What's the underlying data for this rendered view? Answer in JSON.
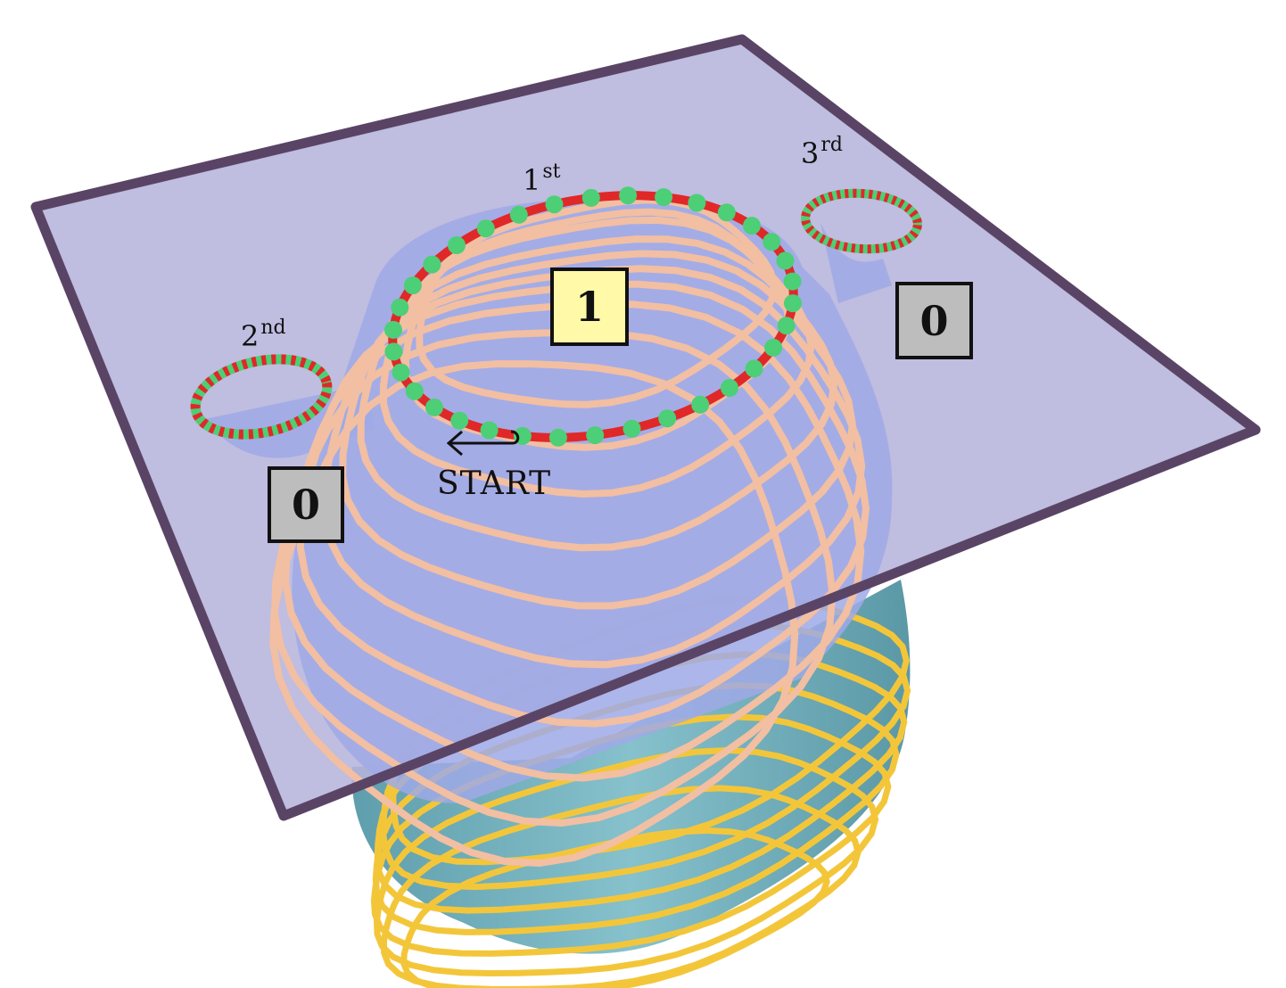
{
  "labels": {
    "first": {
      "num": "1",
      "suffix": "st"
    },
    "second": {
      "num": "2",
      "suffix": "nd"
    },
    "third": {
      "num": "3",
      "suffix": "rd"
    },
    "start": "START"
  },
  "boxes": {
    "center": "1",
    "left": "0",
    "right": "0"
  },
  "colors": {
    "plane_fill": "#b6b4dc",
    "plane_border": "#5a4466",
    "vase_above": "#9fa9e6",
    "vase_below": "#7cb8c4",
    "slice_above": "#f2bfa2",
    "slice_below": "#f3c63a",
    "boundary_red": "#e02828",
    "boundary_green": "#4ccf76",
    "box_highlight": "#fff9a8",
    "box_gray": "#bdbdbd"
  }
}
